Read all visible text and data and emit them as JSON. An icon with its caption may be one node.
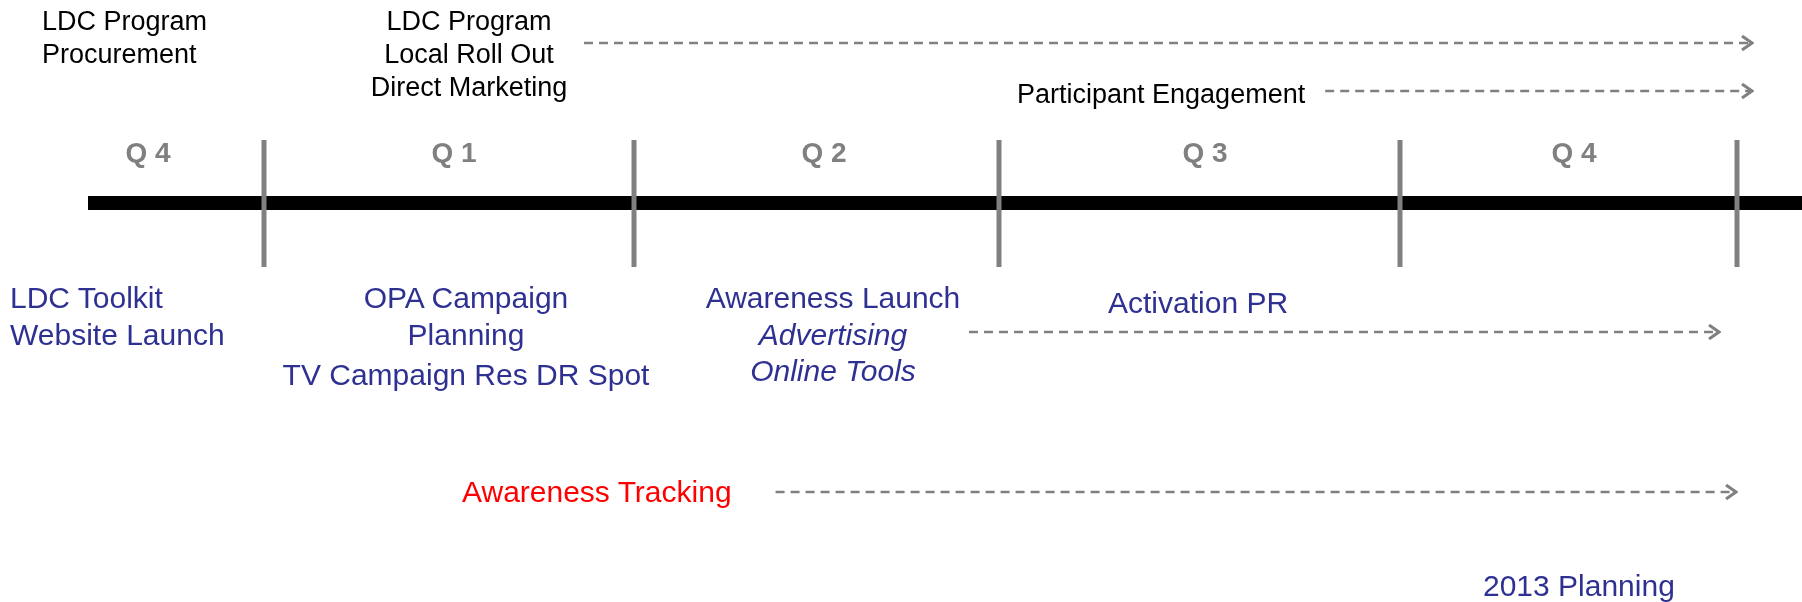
{
  "diagram": {
    "nodes": [
      {
        "text": [
          "LDC Program Local Roll Out Direct Marketing"
        ]
      },
      {
        "text": [
          "Participant Engagement"
        ]
      },
      {
        "text": [
          "Awareness Launch",
          "Advertising Online Tools"
        ]
      },
      {
        "text": [
          "Awareness Tracking"
        ]
      }
    ],
    "edges": [
      {
        "from": 0,
        "to": null,
        "arrow": "to",
        "style": "dashed"
      },
      {
        "from": 1,
        "to": null,
        "arrow": "to",
        "style": "dashed"
      },
      {
        "from": 2,
        "to": null,
        "arrow": "to",
        "style": "dashed"
      },
      {
        "from": 3,
        "to": null,
        "arrow": "to",
        "style": "dashed"
      }
    ],
    "labels": [
      "LDC Program Procurement",
      "Q 4",
      "Q 1",
      "Q 2",
      "Q 3",
      "Q 4",
      "LDC Toolkit Website Launch",
      "OPA Campaign Planning",
      "TV Campaign Res DR Spot",
      "Activation PR",
      "2013 Planning"
    ]
  }
}
